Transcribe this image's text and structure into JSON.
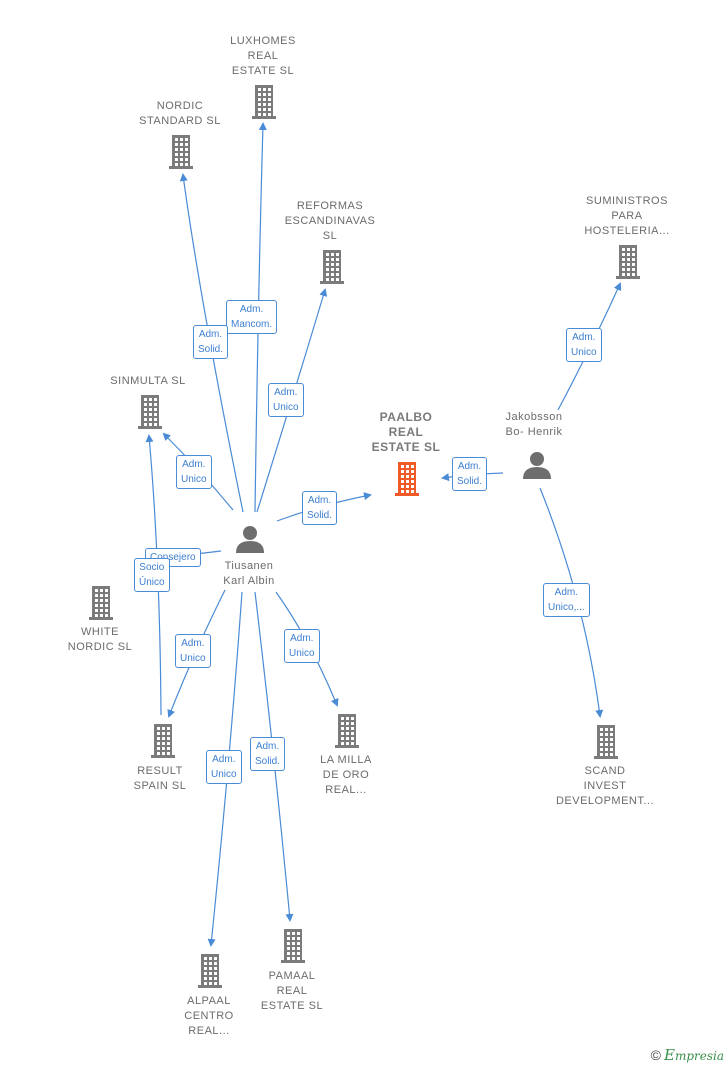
{
  "colors": {
    "building": "#7b7b7b",
    "building_main": "#f05a28",
    "person": "#6e6e6e",
    "edge": "#4a8bd6"
  },
  "nodes": [
    {
      "id": "luxhomes",
      "type": "company",
      "lines": [
        "LUXHOMES",
        "REAL",
        "ESTATE  SL"
      ]
    },
    {
      "id": "nordic",
      "type": "company",
      "lines": [
        "NORDIC",
        "STANDARD  SL"
      ]
    },
    {
      "id": "reformas",
      "type": "company",
      "lines": [
        "REFORMAS",
        "ESCANDINAVAS",
        "SL"
      ]
    },
    {
      "id": "suministros",
      "type": "company",
      "lines": [
        "SUMINISTROS",
        "PARA",
        "HOSTELERIA..."
      ]
    },
    {
      "id": "sinmulta",
      "type": "company",
      "lines": [
        "SINMULTA  SL"
      ]
    },
    {
      "id": "paalbo",
      "type": "company-main",
      "lines": [
        "PAALBO",
        "REAL",
        "ESTATE  SL"
      ]
    },
    {
      "id": "jakobsson",
      "type": "person",
      "lines": [
        "Jakobsson",
        "Bo- Henrik"
      ]
    },
    {
      "id": "tiusanen",
      "type": "person",
      "lines": [
        "Tiusanen",
        "Karl Albin"
      ]
    },
    {
      "id": "white",
      "type": "company",
      "lines": [
        "WHITE",
        "NORDIC  SL"
      ]
    },
    {
      "id": "result",
      "type": "company",
      "lines": [
        "RESULT",
        "SPAIN SL"
      ]
    },
    {
      "id": "lamilla",
      "type": "company",
      "lines": [
        "LA MILLA",
        "DE ORO",
        "REAL..."
      ]
    },
    {
      "id": "scand",
      "type": "company",
      "lines": [
        "SCAND",
        "INVEST",
        "DEVELOPMENT..."
      ]
    },
    {
      "id": "alpaal",
      "type": "company",
      "lines": [
        "ALPAAL",
        "CENTRO",
        "REAL..."
      ]
    },
    {
      "id": "pamaal",
      "type": "company",
      "lines": [
        "PAMAAL",
        "REAL",
        "ESTATE  SL"
      ]
    }
  ],
  "edges": [
    {
      "from": "tiusanen",
      "to": "luxhomes",
      "label": [
        "Adm.",
        "Mancom."
      ]
    },
    {
      "from": "tiusanen",
      "to": "nordic",
      "label": [
        "Adm.",
        "Solid."
      ]
    },
    {
      "from": "tiusanen",
      "to": "reformas",
      "label": [
        "Adm.",
        "Unico"
      ]
    },
    {
      "from": "tiusanen",
      "to": "sinmulta",
      "label": [
        "Adm.",
        "Unico"
      ]
    },
    {
      "from": "tiusanen",
      "to": "paalbo",
      "label": [
        "Adm.",
        "Solid."
      ]
    },
    {
      "from": "jakobsson",
      "to": "paalbo",
      "label": [
        "Adm.",
        "Solid."
      ]
    },
    {
      "from": "jakobsson",
      "to": "suministros",
      "label": [
        "Adm.",
        "Unico"
      ]
    },
    {
      "from": "jakobsson",
      "to": "scand",
      "label": [
        "Adm.",
        "Unico,..."
      ]
    },
    {
      "from": "tiusanen",
      "to": "sinmulta",
      "label": [
        "Consejero"
      ],
      "variant": "second"
    },
    {
      "from": "result",
      "to": "sinmulta",
      "label": [
        "Socio",
        "Único"
      ]
    },
    {
      "from": "tiusanen",
      "to": "result",
      "label": [
        "Adm.",
        "Unico"
      ]
    },
    {
      "from": "tiusanen",
      "to": "lamilla",
      "label": [
        "Adm.",
        "Unico"
      ]
    },
    {
      "from": "tiusanen",
      "to": "alpaal",
      "label": [
        "Adm.",
        "Unico"
      ]
    },
    {
      "from": "tiusanen",
      "to": "pamaal",
      "label": [
        "Adm.",
        "Solid."
      ]
    }
  ],
  "footer": {
    "copyright": "©",
    "brand_initial": "E",
    "brand_rest": "mpresia"
  }
}
